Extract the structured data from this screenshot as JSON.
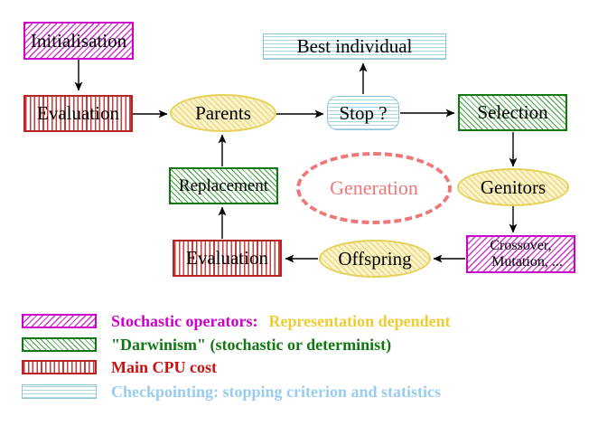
{
  "nodes": {
    "initialisation": "Initialisation",
    "best_individual": "Best individual",
    "evaluation_top": "Evaluation",
    "parents": "Parents",
    "stop": "Stop ?",
    "selection": "Selection",
    "replacement": "Replacement",
    "generation": "Generation",
    "genitors": "Genitors",
    "evaluation_bottom": "Evaluation",
    "offspring": "Offspring",
    "crossover_line1": "Crossover,",
    "crossover_line2": "Mutation, ..."
  },
  "legend": {
    "stochastic_label": "Stochastic operators:",
    "stochastic_extra": "Representation dependent",
    "darwinism_label": "\"Darwinism\" (stochastic or determinist)",
    "cpu_label": "Main CPU cost",
    "checkpoint_label": "Checkpointing: stopping criterion and statistics"
  },
  "colors": {
    "magenta": "#cc00cc",
    "green": "#117711",
    "red": "#bb2222",
    "cyan": "#8fc3d8",
    "gold": "#eecc33",
    "salmon": "#ee7878",
    "yellow": "#e4d25a",
    "arrow": "#000000"
  }
}
